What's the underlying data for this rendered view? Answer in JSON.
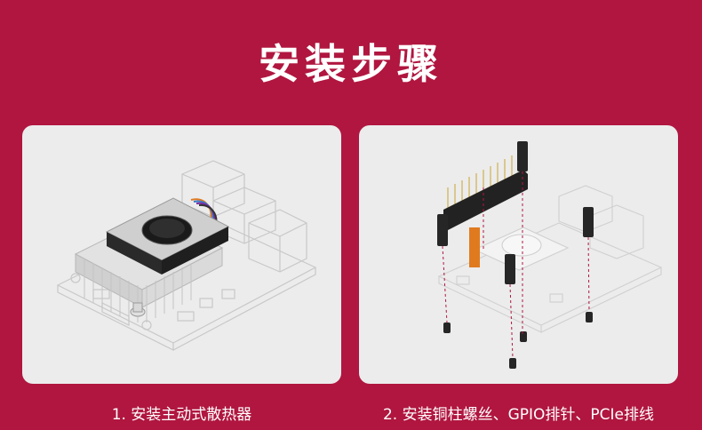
{
  "header": {
    "title": "安装步骤"
  },
  "steps": [
    {
      "caption": "1. 安装主动式散热器"
    },
    {
      "caption": "2. 安装铜柱螺丝、GPIO排针、PCIe排线"
    }
  ],
  "colors": {
    "background": "#b0163f",
    "card": "#ececec",
    "text": "#ffffff",
    "outline": "#c8c8c8",
    "dark": "#1f1f1f",
    "ribbon": "#e07a1f",
    "dashed": "#b0163f"
  }
}
